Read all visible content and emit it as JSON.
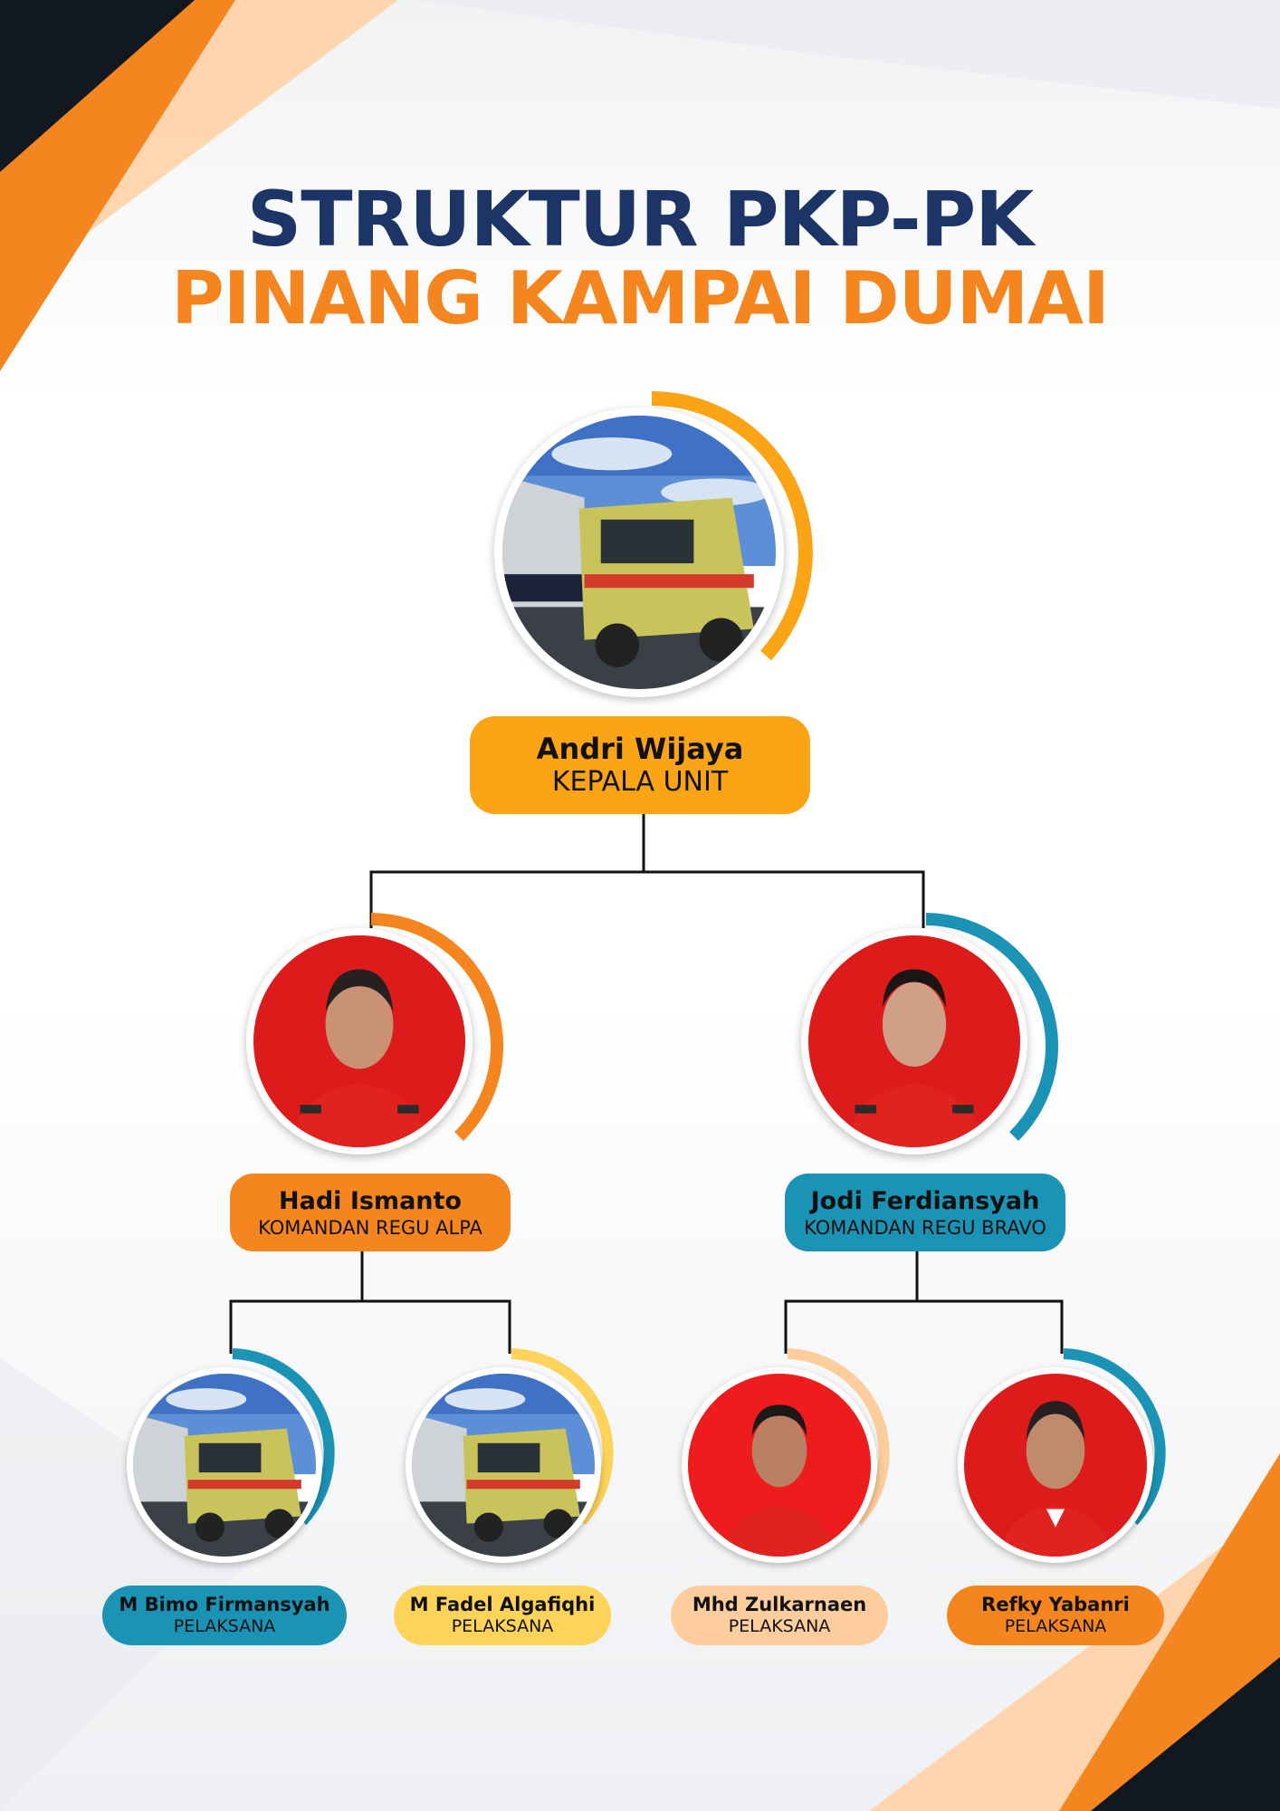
{
  "header": {
    "title_line1": "STRUKTUR PKP-PK",
    "title_line2": "PINANG KAMPAI DUMAI"
  },
  "colors": {
    "navy": "#1c3466",
    "orange": "#f5851f",
    "amber": "#fba416",
    "blue": "#1b93b5",
    "yellow": "#fed359",
    "peach": "#fdcd9d",
    "dark": "#111820"
  },
  "nodes": {
    "head": {
      "name": "Andri Wijaya",
      "role": "KEPALA UNIT",
      "photo": "fire-truck-photo"
    },
    "alpha": {
      "name": "Hadi Ismanto",
      "role": "KOMANDAN REGU ALPA",
      "photo": "firefighter-portrait-photo"
    },
    "bravo": {
      "name": "Jodi Ferdiansyah",
      "role": "KOMANDAN REGU BRAVO",
      "photo": "firefighter-portrait-photo"
    },
    "staff": [
      {
        "name": "M Bimo Firmansyah",
        "role": "PELAKSANA",
        "photo": "fire-truck-photo"
      },
      {
        "name": "M Fadel Algafiqhi",
        "role": "PELAKSANA",
        "photo": "fire-truck-photo"
      },
      {
        "name": "Mhd Zulkarnaen",
        "role": "PELAKSANA",
        "photo": "firefighter-portrait-photo"
      },
      {
        "name": "Refky Yabanri",
        "role": "PELAKSANA",
        "photo": "firefighter-portrait-photo"
      }
    ]
  }
}
